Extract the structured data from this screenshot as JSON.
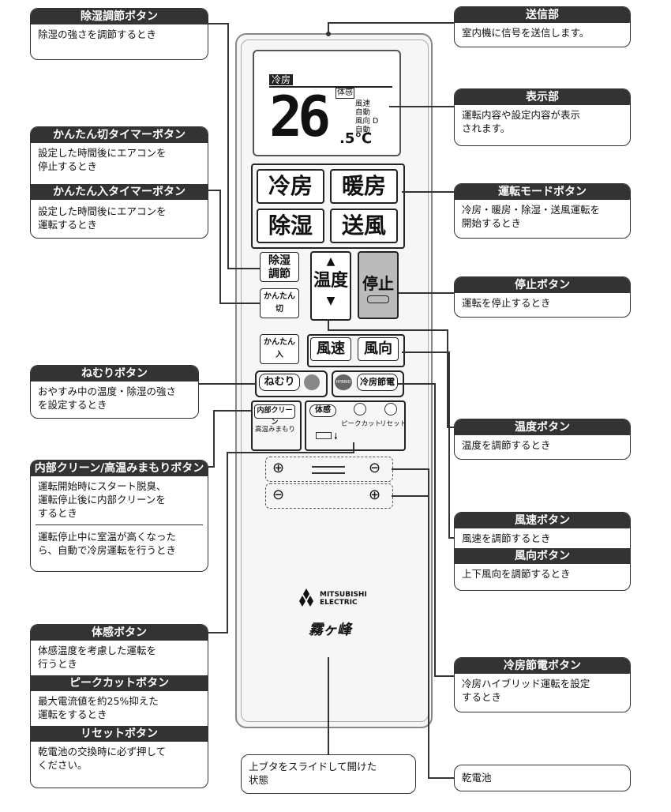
{
  "callouts": {
    "dehumid_adjust": {
      "title": "除湿調節ボタン",
      "body": "除湿の強さを調節するとき"
    },
    "off_timer": {
      "title": "かんたん切タイマーボタン",
      "body": "設定した時間後にエアコンを\n停止するとき"
    },
    "on_timer": {
      "title": "かんたん入タイマーボタン",
      "body": "設定した時間後にエアコンを\n運転するとき"
    },
    "sleep": {
      "title": "ねむりボタン",
      "body": "おやすみ中の温度・除湿の強さ\nを設定するとき"
    },
    "clean": {
      "title": "内部クリーン/高温みまもりボタン",
      "body1": "運転開始時にスタート脱臭、\n運転停止後に内部クリーンを\nするとき",
      "body2": "運転停止中に室温が高くなった\nら、自動で冷房運転を行うとき"
    },
    "taikan": {
      "title": "体感ボタン",
      "body": "体感温度を考慮した運転を\n行うとき"
    },
    "peak": {
      "title": "ピークカットボタン",
      "body": "最大電流値を約25%抑えた\n運転をするとき"
    },
    "reset": {
      "title": "リセットボタン",
      "body": "乾電池の交換時に必ず押して\nください。"
    },
    "transmitter": {
      "title": "送信部",
      "body": "室内機に信号を送信します。"
    },
    "display": {
      "title": "表示部",
      "body": "運転内容や設定内容が表示\nされます。"
    },
    "mode": {
      "title": "運転モードボタン",
      "body": "冷房・暖房・除湿・送風運転を\n開始するとき"
    },
    "stop": {
      "title": "停止ボタン",
      "body": "運転を停止するとき"
    },
    "temp": {
      "title": "温度ボタン",
      "body": "温度を調節するとき"
    },
    "fan_speed": {
      "title": "風速ボタン",
      "body": "風速を調節するとき"
    },
    "fan_dir": {
      "title": "風向ボタン",
      "body": "上下風向を調節するとき"
    },
    "eco_cool": {
      "title": "冷房節電ボタン",
      "body": "冷房ハイブリッド運転を設定\nするとき"
    },
    "battery": {
      "body": "乾電池"
    },
    "lid": {
      "body": "上ブタをスライドして開けた\n状態"
    }
  },
  "remote": {
    "lcd": {
      "mode": "冷房",
      "temp": "26",
      "decimal": ".5",
      "unit": "℃",
      "taikan": "体感",
      "info": "風速\n自動\n風向 D\n自動"
    },
    "buttons": {
      "cool": "冷房",
      "heat": "暖房",
      "dry": "除湿",
      "fan": "送風",
      "dry_adjust": "除湿\n調節",
      "temp_label": "温度",
      "stop": "停止",
      "off_timer": "かんたん\n切",
      "on_timer": "かんたん\n入",
      "fan_speed": "風速",
      "fan_dir": "風向",
      "sleep": "ねむり",
      "hybrid": "HYBRID",
      "eco_cool": "冷房節電",
      "clean": "内部クリーン",
      "keep": "高温みまもり",
      "taikan": "体感",
      "peak": "ピークカット",
      "reset": "リセット"
    },
    "brand": {
      "line1": "MITSUBISHI",
      "line2": "ELECTRIC",
      "product": "霧ヶ峰"
    }
  }
}
